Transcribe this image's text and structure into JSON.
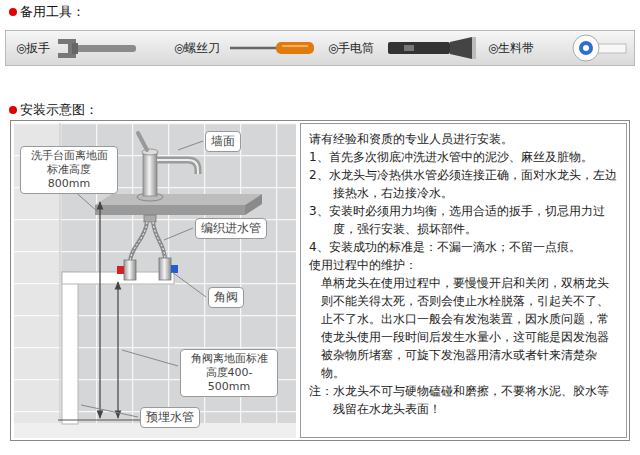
{
  "diagram": {
    "nodes": [
      {
        "text": [
          "◎扳手",
          "◎螺丝刀",
          "◎手电筒",
          "◎生料带"
        ]
      },
      {
        "text": [
          "墙面"
        ]
      },
      {
        "text": [
          "洗手台面离地面 标准高度800mm"
        ]
      },
      {
        "text": [
          "编织进水管"
        ]
      },
      {
        "text": [
          "角阀"
        ]
      },
      {
        "text": [
          "角阀离地面标准 高度400-500mm"
        ]
      },
      {
        "text": [
          "预埋水管"
        ]
      },
      {
        "text": [
          "请有经验和资质的专业人员进行安装。",
          "1、首先多次彻底冲洗进水管中的泥沙、麻丝及脏物。",
          "2、水龙头与冷热供水管必须连接正确，面对水龙头，左边接热水，右边接冷水。",
          "3、安装时必须用力均衡，选用合适的扳手，切忌用力过度，强行安装、损坏部件。",
          "4、安装成功的标准是：不漏一滴水；不留一点痕。",
          "使用过程中的维护：",
          "单柄龙头在使用过程中，要慢慢开启和关闭，双柄龙头则不能关得太死，否则会使止水栓脱落，引起关不了、止不了水。出水口一般会有发泡装置，因水质问题，常使龙头使用一段时间后发生水量小，这可能是因发泡器被杂物所堵塞，可旋下发泡器用清水或者针来清楚杂物。",
          "注：水龙头不可与硬物磕碰和磨擦，不要将水泥、胶水等残留在水龙头表面！"
        ]
      }
    ],
    "labels": [
      "备用工具：",
      "安装示意图："
    ]
  }
}
